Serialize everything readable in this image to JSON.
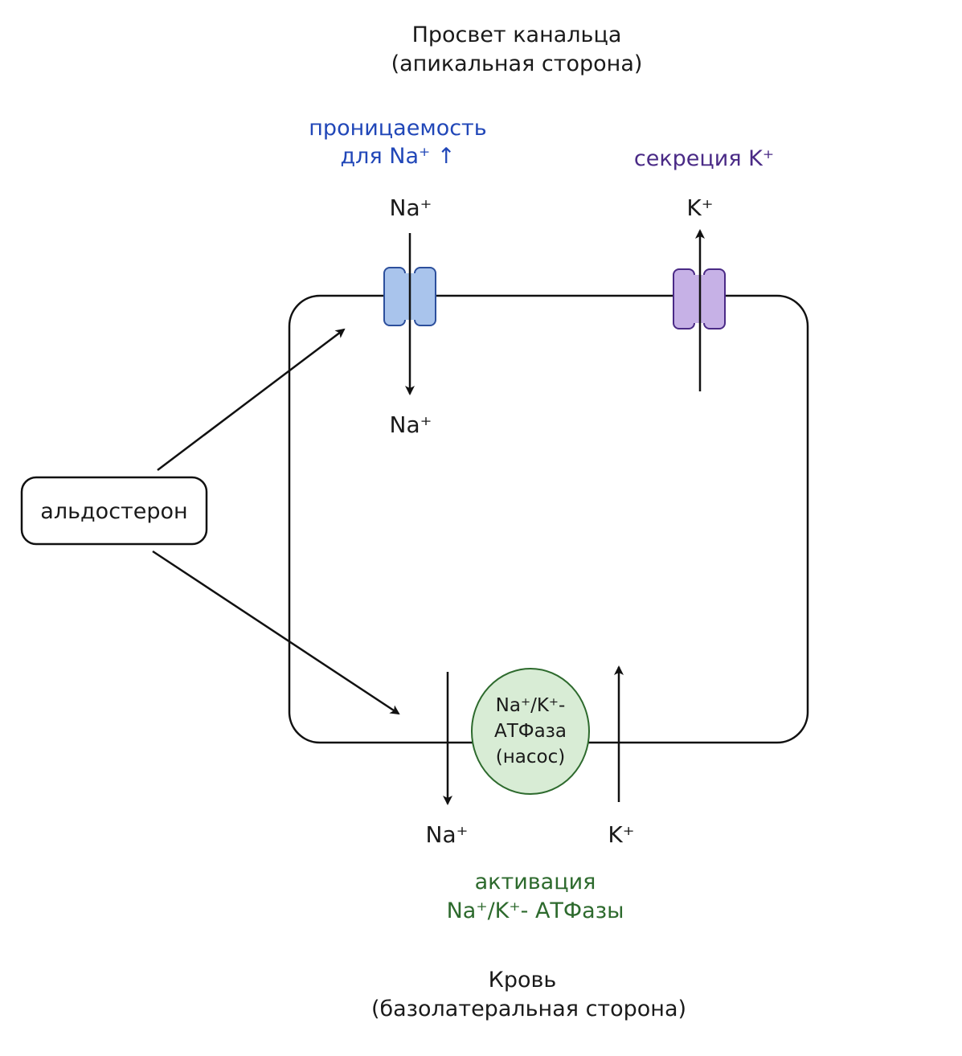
{
  "top_label": {
    "line1": "Просвет канальца",
    "line2": "(апикальная сторона)"
  },
  "bottom_label": {
    "line1": "Кровь",
    "line2": "(базолатеральная сторона)"
  },
  "na_channel_label": {
    "line1": "проницаемость",
    "line2": "для Na⁺ ↑"
  },
  "k_secretion_label": "секреция K⁺",
  "ions": {
    "na_top_outside": "Na⁺",
    "na_top_inside": "Na⁺",
    "k_top": "K⁺",
    "na_bottom": "Na⁺",
    "k_bottom": "K⁺"
  },
  "aldosterone": "альдостерон",
  "pump": {
    "line1": "Na⁺/K⁺-",
    "line2": "АТФаза",
    "line3": "(насос)"
  },
  "activation_label": {
    "line1": "активация",
    "line2": "Na⁺/K⁺- АТФазы"
  },
  "colors": {
    "na_channel": "#a9c4ec",
    "k_channel": "#c6b1e6",
    "pump": "#d8ecd5",
    "blue_text": "#2147b8",
    "purple_text": "#4a2a86",
    "green_text": "#2d6a2d"
  }
}
